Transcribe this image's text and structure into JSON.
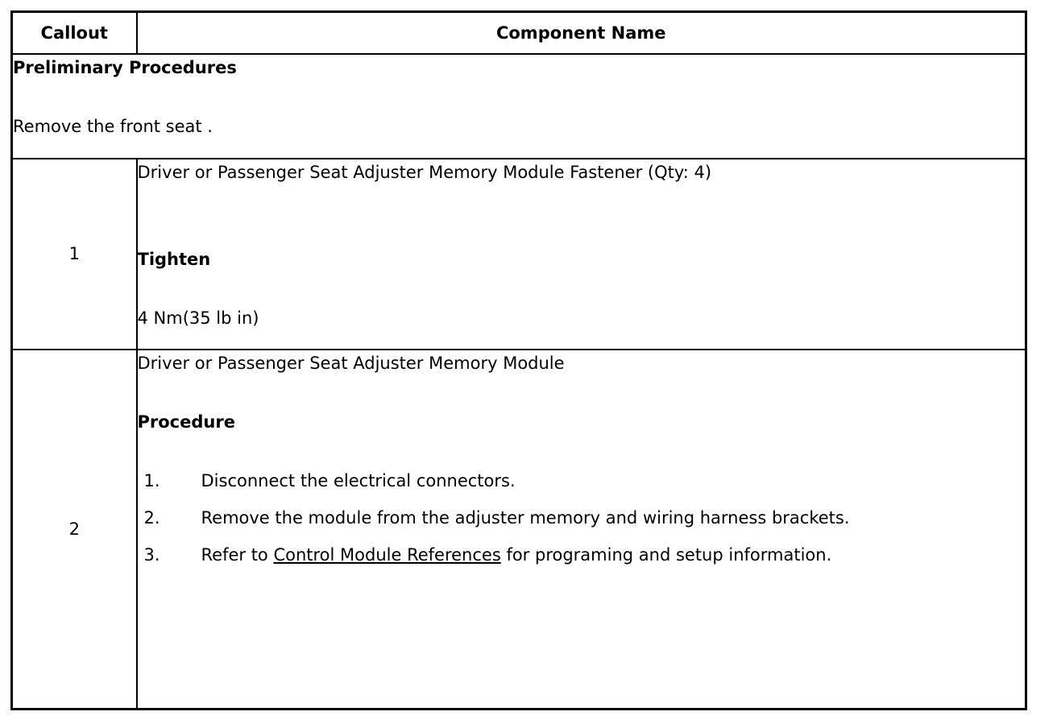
{
  "page": {
    "background_color": "#ffffff",
    "text_color": "#000000",
    "border_color": "#000000"
  },
  "table": {
    "header": {
      "callout_label": "Callout",
      "component_label": "Component Name"
    },
    "preliminary": {
      "title": "Preliminary Procedures",
      "instruction": "Remove the front seat ."
    },
    "rows": [
      {
        "callout": "1",
        "component_name": "Driver or Passenger Seat Adjuster Memory Module Fastener (Qty: 4)",
        "subheading": "Tighten",
        "spec": "4 Nm(35 lb in)"
      },
      {
        "callout": "2",
        "component_name": "Driver or Passenger Seat Adjuster Memory Module",
        "subheading": "Procedure",
        "steps": [
          {
            "num": "1.",
            "pre": "Disconnect the electrical connectors.",
            "link": "",
            "post": ""
          },
          {
            "num": "2.",
            "pre": "Remove the module from the adjuster memory and wiring harness brackets.",
            "link": "",
            "post": ""
          },
          {
            "num": "3.",
            "pre": "Refer to ",
            "link": "Control Module References",
            "post": " for programing and setup information."
          }
        ]
      }
    ]
  }
}
